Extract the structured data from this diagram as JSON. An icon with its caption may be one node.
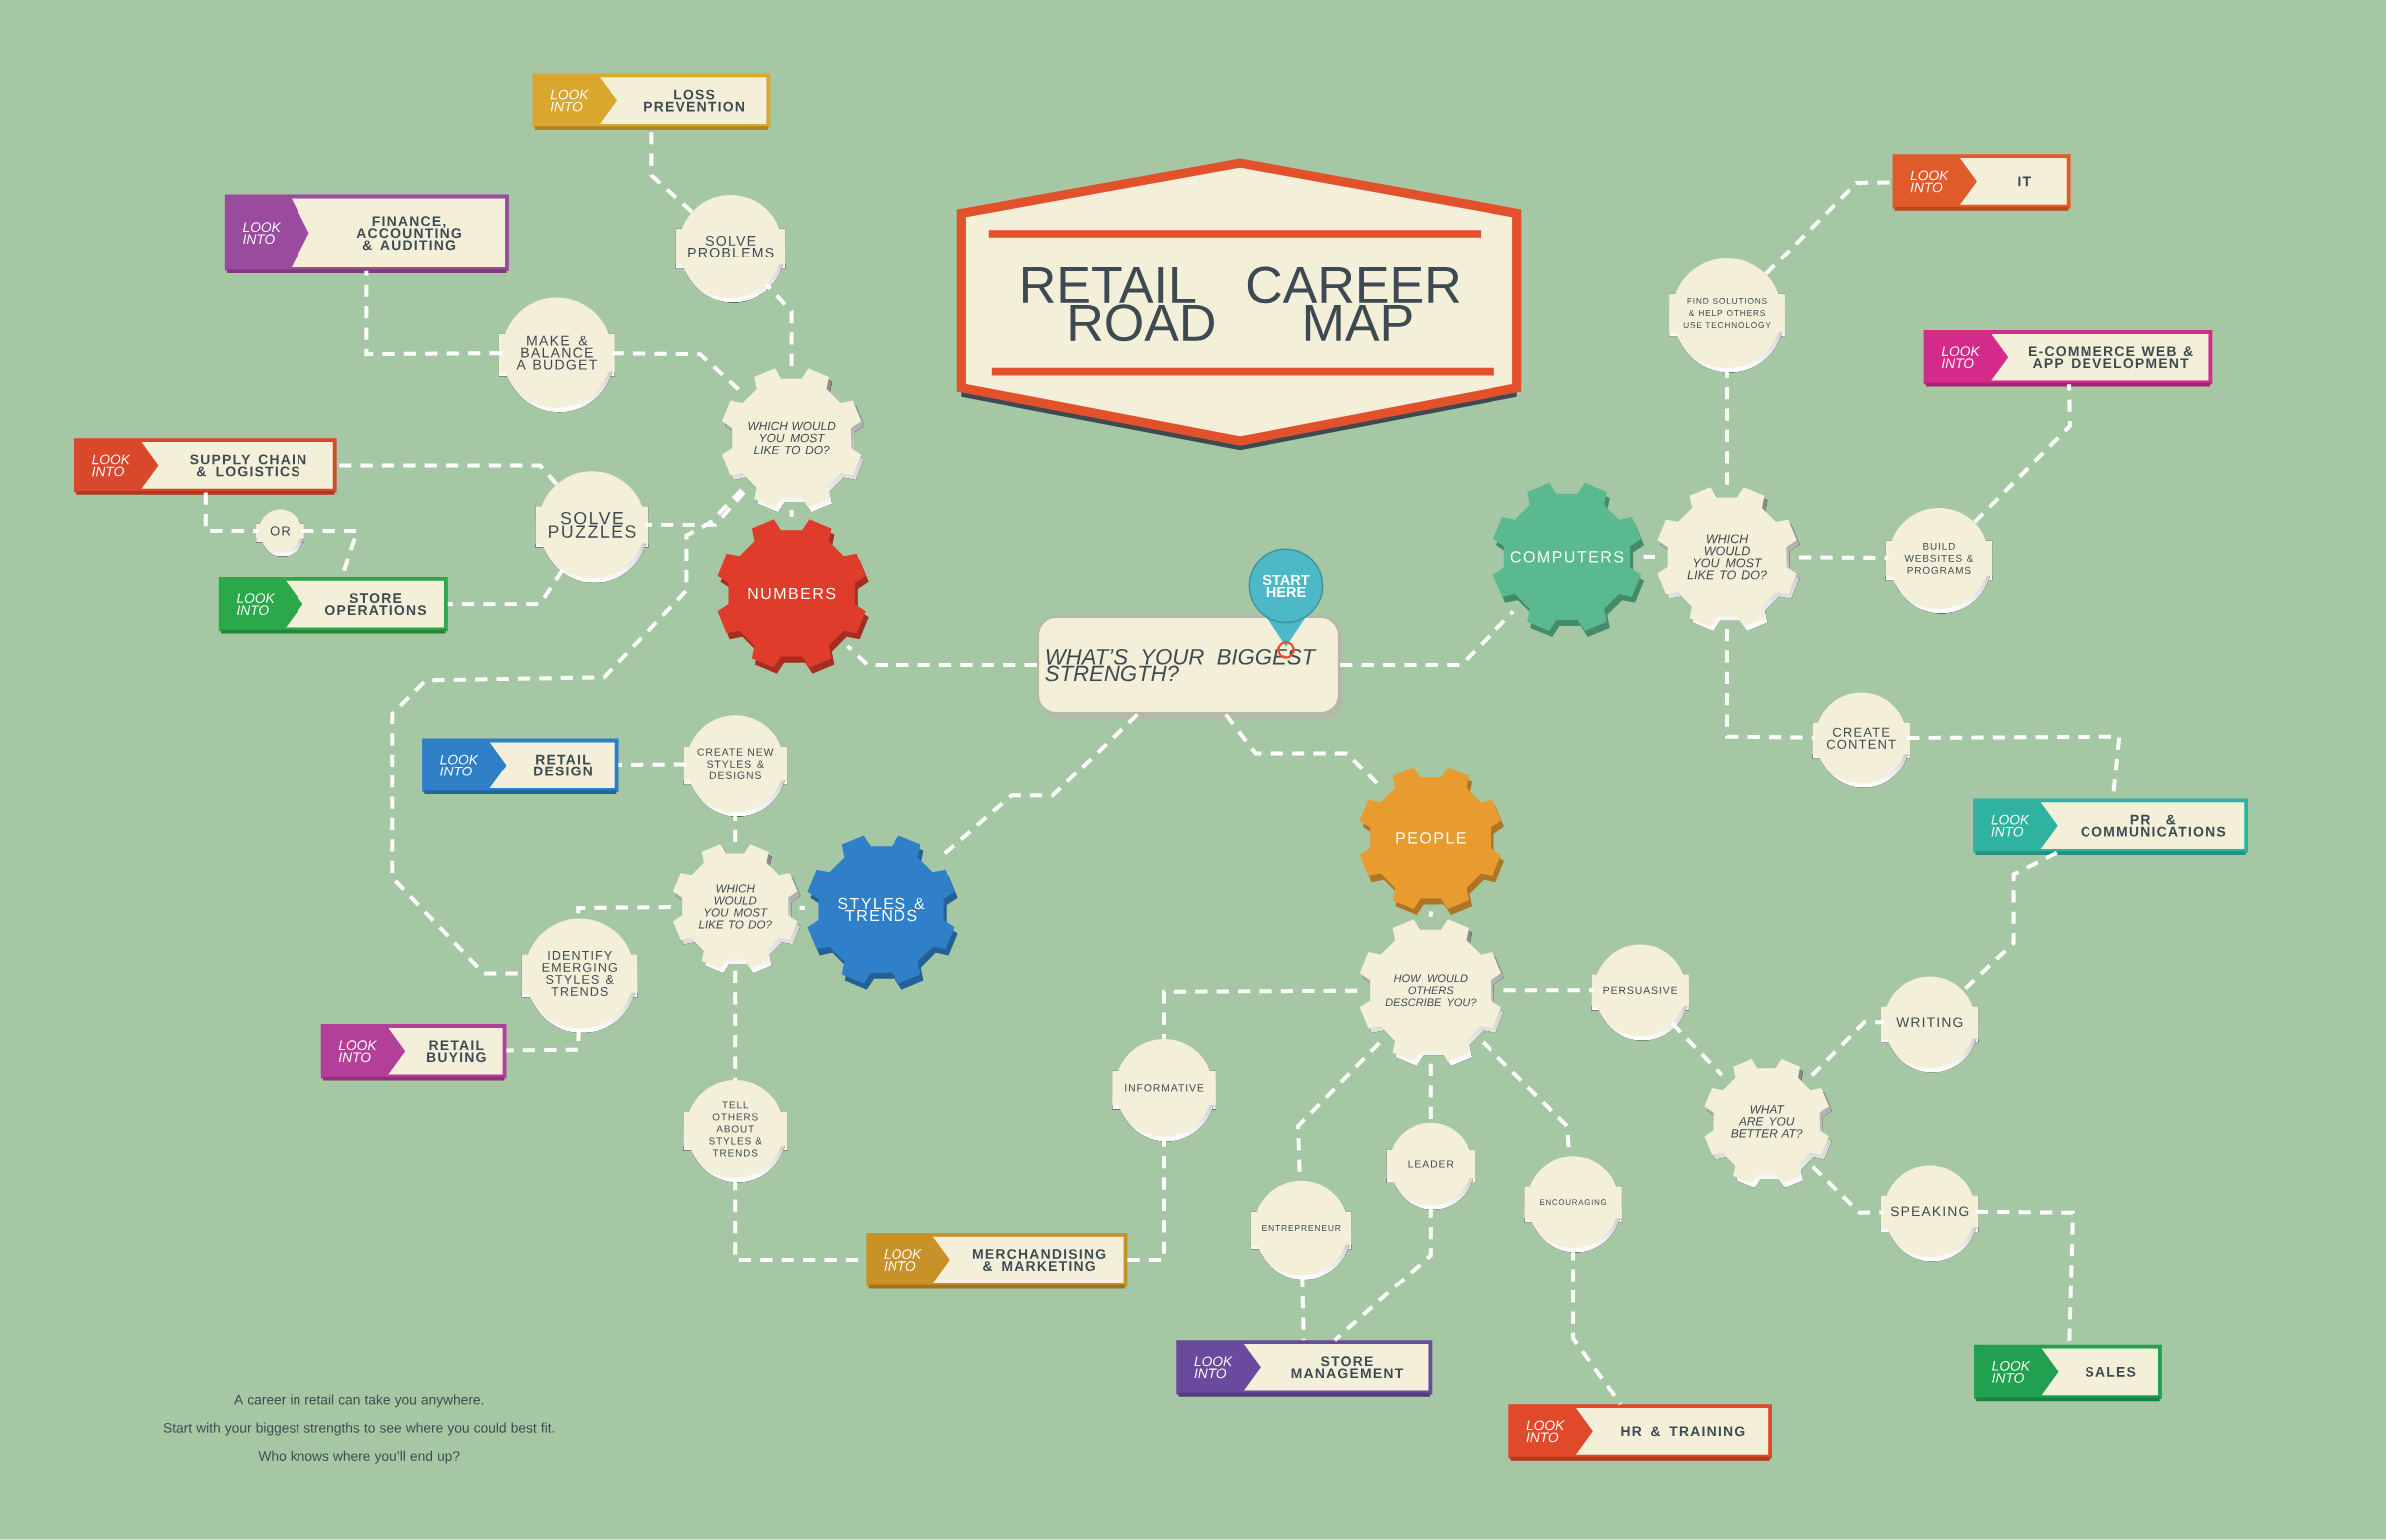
{
  "diagram": {
    "title": "RETAIL CAREER ROAD MAP",
    "nodes": [
      {
        "text": [
          "WHAT’S YOUR BIGGEST STRENGTH?"
        ]
      },
      {
        "text": [
          "START HERE"
        ]
      },
      {
        "text": [
          "NUMBERS"
        ]
      },
      {
        "text": [
          "COMPUTERS"
        ]
      },
      {
        "text": [
          "STYLES & TRENDS"
        ]
      },
      {
        "text": [
          "PEOPLE"
        ]
      },
      {
        "text": [
          "WHICH WOULD YOU MOST LIKE TO DO?"
        ]
      },
      {
        "text": [
          "SOLVE PROBLEMS"
        ]
      },
      {
        "text": [
          "MAKE & BALANCE A BUDGET"
        ]
      },
      {
        "text": [
          "SOLVE PUZZLES"
        ]
      },
      {
        "text": [
          "LOOK INTO",
          "LOSS PREVENTION"
        ]
      },
      {
        "text": [
          "LOOK INTO",
          "FINANCE, ACCOUNTING & AUDITING"
        ]
      },
      {
        "text": [
          "LOOK INTO",
          "SUPPLY CHAIN & LOGISTICS"
        ]
      },
      {
        "text": [
          "OR"
        ]
      },
      {
        "text": [
          "LOOK INTO",
          "STORE OPERATIONS"
        ]
      },
      {
        "text": [
          "WHICH WOULD YOU MOST LIKE TO DO?"
        ]
      },
      {
        "text": [
          "FIND SOLUTIONS & HELP OTHERS USE TECHNOLOGY"
        ]
      },
      {
        "text": [
          "BUILD WEBSITES & PROGRAMS"
        ]
      },
      {
        "text": [
          "CREATE CONTENT"
        ]
      },
      {
        "text": [
          "LOOK INTO",
          "IT"
        ]
      },
      {
        "text": [
          "LOOK INTO",
          "E-COMMERCE WEB & APP DEVELOPMENT"
        ]
      },
      {
        "text": [
          "LOOK INTO",
          "PR & COMMUNICATIONS"
        ]
      },
      {
        "text": [
          "WHICH WOULD YOU MOST LIKE TO DO?"
        ]
      },
      {
        "text": [
          "CREATE NEW STYLES & DESIGNS"
        ]
      },
      {
        "text": [
          "IDENTIFY EMERGING STYLES & TRENDS"
        ]
      },
      {
        "text": [
          "TELL OTHERS ABOUT STYLES & TRENDS"
        ]
      },
      {
        "text": [
          "LOOK INTO",
          "RETAIL DESIGN"
        ]
      },
      {
        "text": [
          "LOOK INTO",
          "RETAIL BUYING"
        ]
      },
      {
        "text": [
          "LOOK INTO",
          "MERCHANDISING & MARKETING"
        ]
      },
      {
        "text": [
          "HOW WOULD OTHERS DESCRIBE YOU?"
        ]
      },
      {
        "text": [
          "INFORMATIVE"
        ]
      },
      {
        "text": [
          "ENTREPRENEUR"
        ]
      },
      {
        "text": [
          "LEADER"
        ]
      },
      {
        "text": [
          "ENCOURAGING"
        ]
      },
      {
        "text": [
          "PERSUASIVE"
        ]
      },
      {
        "text": [
          "WHAT ARE YOU BETTER AT?"
        ]
      },
      {
        "text": [
          "WRITING"
        ]
      },
      {
        "text": [
          "SPEAKING"
        ]
      },
      {
        "text": [
          "LOOK INTO",
          "STORE MANAGEMENT"
        ]
      },
      {
        "text": [
          "LOOK INTO",
          "HR & TRAINING"
        ]
      },
      {
        "text": [
          "LOOK INTO",
          "SALES"
        ]
      }
    ],
    "edges": [
      {
        "from": 0,
        "to": 2,
        "arrow": "none"
      },
      {
        "from": 0,
        "to": 3,
        "arrow": "none"
      },
      {
        "from": 0,
        "to": 4,
        "arrow": "none"
      },
      {
        "from": 0,
        "to": 5,
        "arrow": "none"
      },
      {
        "from": 2,
        "to": 6,
        "arrow": "none"
      },
      {
        "from": 6,
        "to": 7,
        "arrow": "none"
      },
      {
        "from": 6,
        "to": 8,
        "arrow": "none"
      },
      {
        "from": 6,
        "to": 9,
        "arrow": "none"
      },
      {
        "from": 6,
        "to": 24,
        "arrow": "none"
      },
      {
        "from": 7,
        "to": 10,
        "arrow": "none"
      },
      {
        "from": 8,
        "to": 11,
        "arrow": "none"
      },
      {
        "from": 9,
        "to": 12,
        "arrow": "none"
      },
      {
        "from": 9,
        "to": 14,
        "arrow": "none"
      },
      {
        "from": 12,
        "to": 13,
        "arrow": "none"
      },
      {
        "from": 13,
        "to": 14,
        "arrow": "none"
      },
      {
        "from": 3,
        "to": 15,
        "arrow": "none"
      },
      {
        "from": 15,
        "to": 16,
        "arrow": "none"
      },
      {
        "from": 16,
        "to": 19,
        "arrow": "none"
      },
      {
        "from": 15,
        "to": 17,
        "arrow": "none"
      },
      {
        "from": 17,
        "to": 20,
        "arrow": "none"
      },
      {
        "from": 15,
        "to": 18,
        "arrow": "none"
      },
      {
        "from": 18,
        "to": 21,
        "arrow": "none"
      },
      {
        "from": 21,
        "to": 36,
        "arrow": "none"
      },
      {
        "from": 4,
        "to": 22,
        "arrow": "none"
      },
      {
        "from": 22,
        "to": 23,
        "arrow": "none"
      },
      {
        "from": 23,
        "to": 26,
        "arrow": "none"
      },
      {
        "from": 22,
        "to": 24,
        "arrow": "none"
      },
      {
        "from": 24,
        "to": 27,
        "arrow": "none"
      },
      {
        "from": 22,
        "to": 25,
        "arrow": "none"
      },
      {
        "from": 25,
        "to": 28,
        "arrow": "none"
      },
      {
        "from": 28,
        "to": 30,
        "arrow": "none"
      },
      {
        "from": 29,
        "to": 30,
        "arrow": "none"
      },
      {
        "from": 5,
        "to": 29,
        "arrow": "none"
      },
      {
        "from": 29,
        "to": 31,
        "arrow": "none"
      },
      {
        "from": 31,
        "to": 38,
        "arrow": "none"
      },
      {
        "from": 29,
        "to": 32,
        "arrow": "none"
      },
      {
        "from": 32,
        "to": 38,
        "arrow": "none"
      },
      {
        "from": 29,
        "to": 33,
        "arrow": "none"
      },
      {
        "from": 33,
        "to": 39,
        "arrow": "none"
      },
      {
        "from": 29,
        "to": 34,
        "arrow": "none"
      },
      {
        "from": 34,
        "to": 35,
        "arrow": "none"
      },
      {
        "from": 35,
        "to": 36,
        "arrow": "none"
      },
      {
        "from": 35,
        "to": 37,
        "arrow": "none"
      },
      {
        "from": 37,
        "to": 40,
        "arrow": "none"
      }
    ],
    "labels": [
      "A career in retail can take you anywhere.",
      "Start with your biggest strengths to see where you could best fit.",
      "Who knows where you’ll end up?"
    ]
  }
}
